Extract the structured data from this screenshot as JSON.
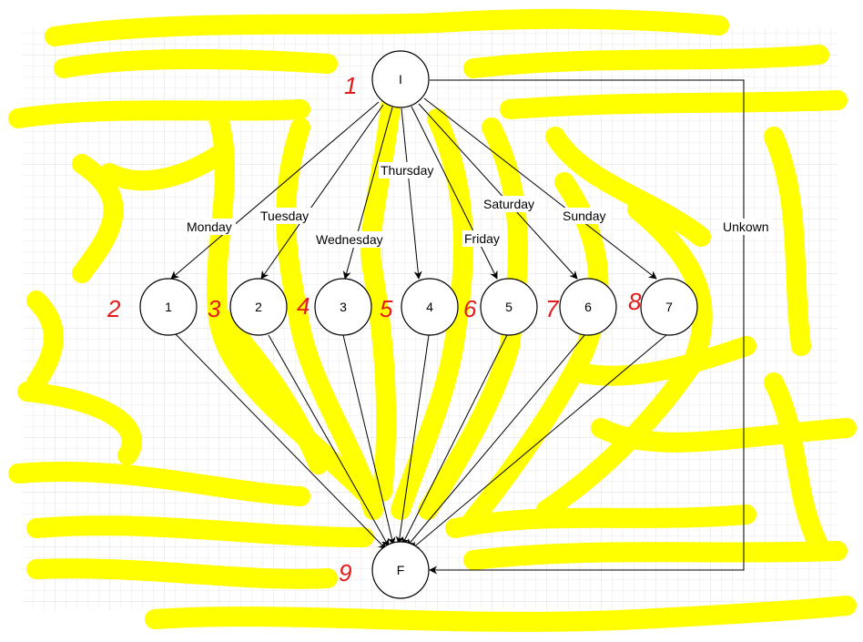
{
  "diagram": {
    "start_node": "I",
    "end_node": "F",
    "middle_nodes": [
      "1",
      "2",
      "3",
      "4",
      "5",
      "6",
      "7"
    ],
    "edge_labels": [
      "Monday",
      "Tuesday",
      "Wednesday",
      "Thursday",
      "Friday",
      "Saturday",
      "Sunday"
    ],
    "bypass_label": "Unkown",
    "annotations": [
      "1",
      "2",
      "3",
      "4",
      "5",
      "6",
      "7",
      "8",
      "9"
    ]
  },
  "colors": {
    "grid": "#e4e4e4",
    "highlight": "#ffff00",
    "annotation": "#e31b1b",
    "stroke": "#000000"
  }
}
